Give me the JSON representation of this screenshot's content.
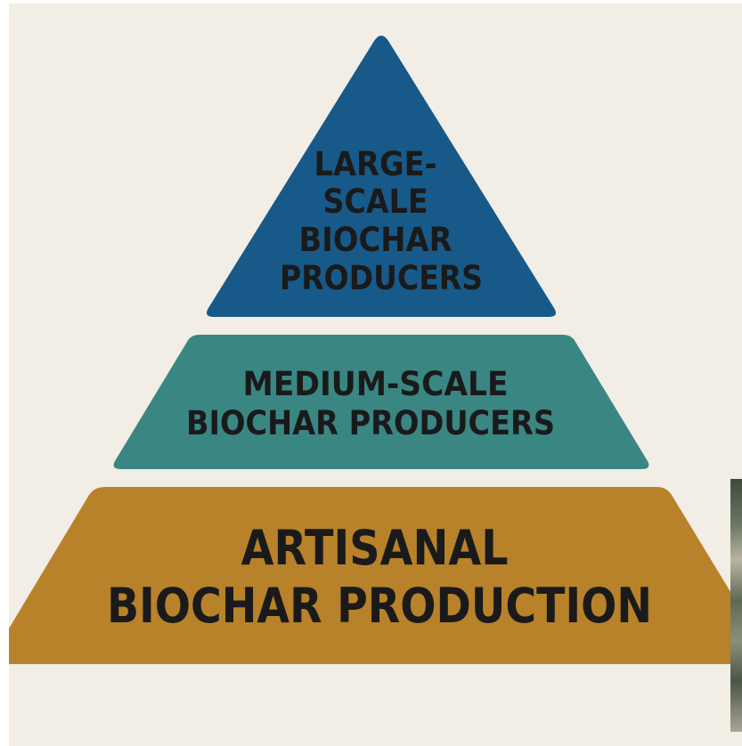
{
  "tiers": {
    "top": {
      "lines": [
        "LARGE-",
        "SCALE",
        "BIOCHAR",
        "PRODUCERS"
      ],
      "color": "#175a8a"
    },
    "middle": {
      "lines": [
        "MEDIUM-SCALE",
        "BIOCHAR PRODUCERS"
      ],
      "color": "#3a8683"
    },
    "bottom": {
      "lines": [
        "ARTISANAL",
        "BIOCHAR PRODUCTION"
      ],
      "color": "#b8822a"
    }
  },
  "background_color": "#f2ede5"
}
